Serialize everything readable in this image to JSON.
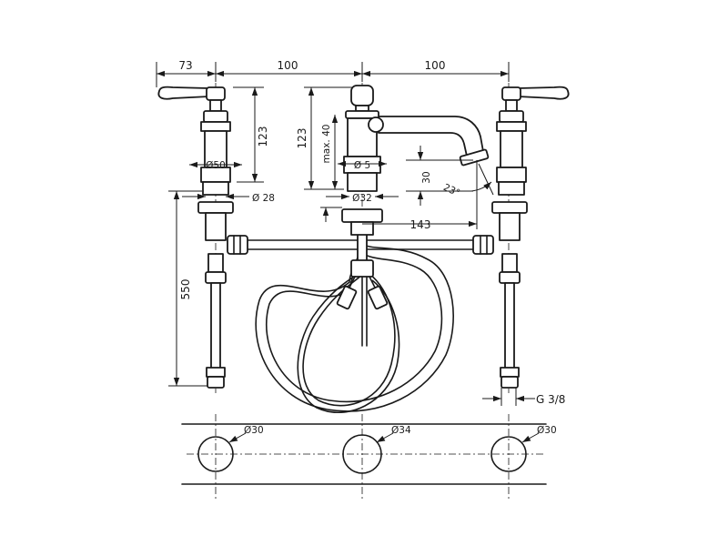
{
  "dimensions": {
    "handle_offset": "73",
    "spread_left": "100",
    "spread_right": "100",
    "valve_height": "123",
    "spout_height": "123",
    "max_clearance": "max. 40",
    "valve_diameter": "Ø50",
    "spout_diameter": "Ø 5",
    "valve_shank": "Ø 28",
    "spout_shank": "Ø32",
    "outlet_drop": "30",
    "spout_angle": "23°",
    "spout_reach": "143",
    "hose_length": "550",
    "thread": "G 3/8",
    "hole_left": "Ø30",
    "hole_center": "Ø34",
    "hole_right": "Ø30"
  }
}
